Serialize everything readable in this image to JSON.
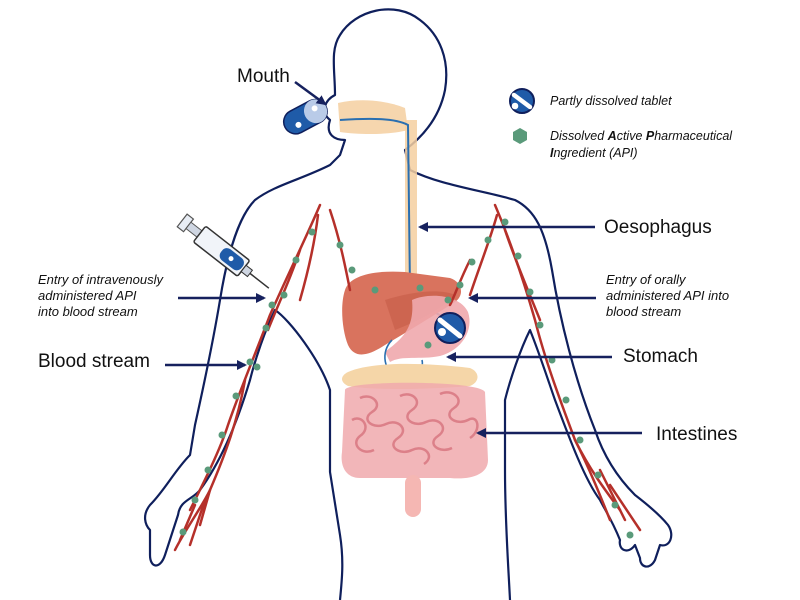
{
  "labels": {
    "mouth": "Mouth",
    "oesophagus": "Oesophagus",
    "stomach": "Stomach",
    "intestines": "Intestines",
    "blood_stream": "Blood stream",
    "iv_entry_line1": "Entry of intravenously",
    "iv_entry_line2": "administered API",
    "iv_entry_line3": "into blood stream",
    "oral_entry_line1": "Entry of orally",
    "oral_entry_line2": "administered API into",
    "oral_entry_line3": "blood stream"
  },
  "legend": {
    "tablet": "Partly dissolved tablet",
    "api_prefix": "Dissolved ",
    "api_a": "A",
    "api_ctive": "ctive ",
    "api_p": "P",
    "api_harm": "harmaceutical",
    "api_i": "I",
    "api_rest": "ngredient (API)"
  },
  "colors": {
    "outline": "#0f1f5c",
    "arrow": "#16215e",
    "tablet_blue": "#1f5ba8",
    "api_green": "#5a9a7a",
    "blood_vessel": "#b5302a",
    "liver": "#d9735e",
    "intestine": "#f0a9ad",
    "tract": "#f5cfa0"
  }
}
